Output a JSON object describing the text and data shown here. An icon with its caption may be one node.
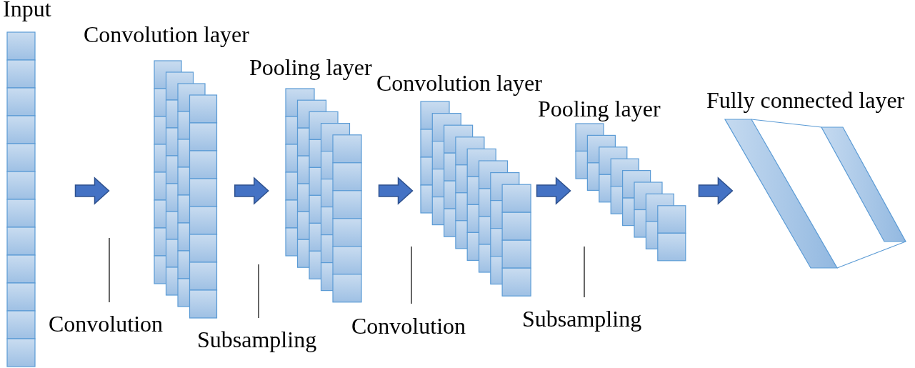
{
  "diagram": {
    "nodes": [
      {
        "text": [
          "Input"
        ]
      },
      {
        "text": [
          "Convolution layer"
        ]
      },
      {
        "text": [
          "Pooling layer"
        ]
      },
      {
        "text": [
          "Convolution layer"
        ]
      },
      {
        "text": [
          "Pooling layer"
        ]
      },
      {
        "text": [
          "Fully connected layer"
        ]
      },
      {
        "text": [
          "Convolution"
        ]
      },
      {
        "text": [
          "Subsampling"
        ]
      },
      {
        "text": [
          "Convolution"
        ]
      },
      {
        "text": [
          "Subsampling"
        ]
      }
    ],
    "edges": [
      {
        "from": 0,
        "to": 1,
        "arrow": "to",
        "style": "thick"
      },
      {
        "from": 1,
        "to": 2,
        "arrow": "to",
        "style": "thick"
      },
      {
        "from": 2,
        "to": 3,
        "arrow": "to",
        "style": "thick"
      },
      {
        "from": 3,
        "to": 4,
        "arrow": "to",
        "style": "thick"
      },
      {
        "from": 4,
        "to": 5,
        "arrow": "to",
        "style": "thick"
      },
      {
        "from": 6,
        "to": 1,
        "arrow": "none"
      },
      {
        "from": 7,
        "to": 2,
        "arrow": "none"
      },
      {
        "from": 8,
        "to": 3,
        "arrow": "none"
      },
      {
        "from": 9,
        "to": 4,
        "arrow": "none"
      }
    ]
  }
}
